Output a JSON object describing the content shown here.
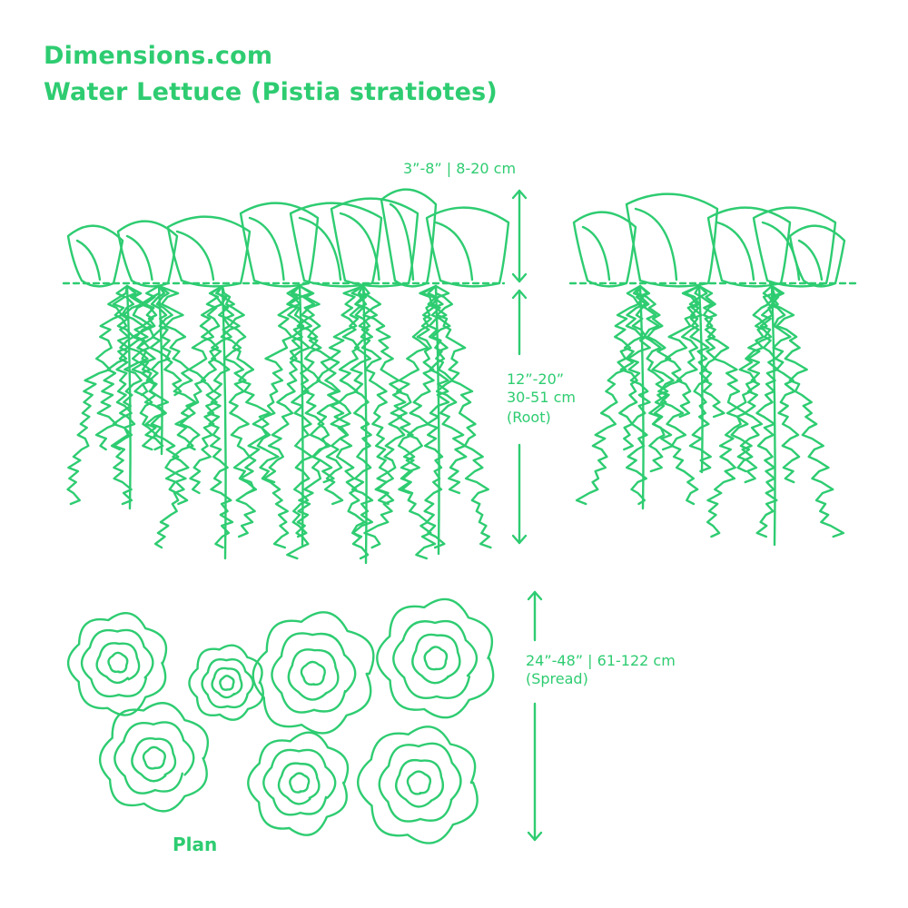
{
  "header": {
    "brand": "Dimensions.com",
    "title": "Water Lettuce (Pistia stratiotes)"
  },
  "dimensions": {
    "height": "3”-8” | 8-20 cm",
    "root_line1": "12”-20”",
    "root_line2": "30-51 cm",
    "root_line3": "(Root)",
    "spread_line1": "24”-48” | 61-122 cm",
    "spread_line2": "(Spread)"
  },
  "views": {
    "plan_label": "Plan"
  },
  "colors": {
    "accent": "#2ecc71"
  }
}
